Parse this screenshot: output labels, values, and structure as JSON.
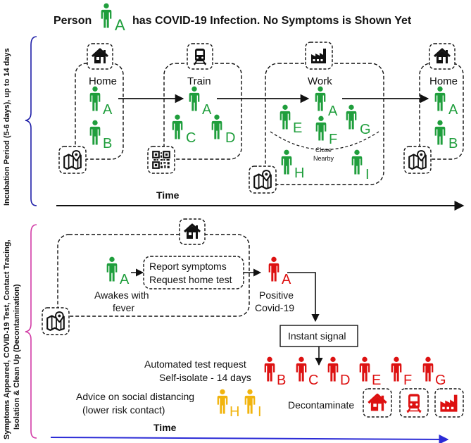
{
  "colors": {
    "green": "#1f9e3c",
    "red": "#dd1111",
    "yellow": "#f1b40e",
    "blue_brace": "#1f1fa8",
    "pink_brace": "#d23ca6",
    "blue_axis": "#2b2bd6"
  },
  "header": {
    "prefix": "Person",
    "person": "A",
    "suffix": "has COVID-19 Infection. No Symptoms is Shown Yet"
  },
  "top": {
    "side_label": "Incubation Period (5-6 days), up to 14 days",
    "time_label": "Time",
    "locations": [
      {
        "label": "Home",
        "icon": "house-icon",
        "tracker": "map-pin-icon",
        "people": [
          "A",
          "B"
        ]
      },
      {
        "label": "Train",
        "icon": "train-icon",
        "tracker": "qr-code-icon",
        "people": [
          "A",
          "C",
          "D"
        ]
      },
      {
        "label": "Work",
        "icon": "factory-icon",
        "tracker": "map-pin-icon",
        "people": [
          "E",
          "A",
          "G",
          "F",
          "H",
          "I"
        ],
        "close_label": "Close",
        "nearby_label": "Nearby"
      },
      {
        "label": "Home",
        "icon": "house-icon",
        "tracker": "map-pin-icon",
        "people": [
          "A",
          "B"
        ]
      }
    ]
  },
  "bottom": {
    "side_label_1": "Symptoms Appeared, COVID-19 Test, Contact Tracing,",
    "side_label_2": "Isolation & Clean Up (Decontamination)",
    "time_label": "Time",
    "home_icon": "house-icon",
    "tracker": "map-pin-icon",
    "person_a": "A",
    "awakes_1": "Awakes with",
    "awakes_2": "fever",
    "report_1": "Report symptoms",
    "report_2": "Request home test",
    "positive_person": "A",
    "positive_1": "Positive",
    "positive_2": "Covid-19",
    "signal": "Instant signal",
    "auto_1": "Automated test request",
    "auto_2": "Self-isolate - 14 days",
    "red_people": [
      "B",
      "C",
      "D",
      "E",
      "F",
      "G"
    ],
    "advice_1": "Advice on social distancing",
    "advice_2": "(lower risk contact)",
    "yellow_people": [
      "H",
      "I"
    ],
    "decontaminate": "Decontaminate",
    "decon_icons": [
      "house-icon",
      "train-icon",
      "factory-icon"
    ]
  }
}
